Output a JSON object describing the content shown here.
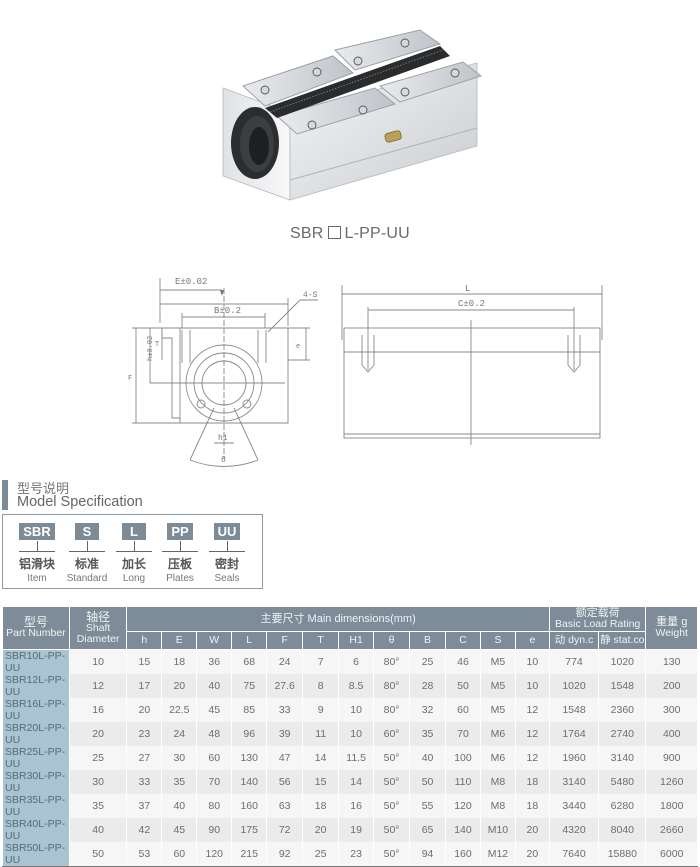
{
  "product": {
    "image_alt": "SBR-L-PP-UU linear bearing slide block",
    "caption_prefix": "SBR",
    "caption_suffix": "L-PP-UU"
  },
  "drawings": {
    "front": {
      "labels": {
        "E": "E±0.02",
        "B": "B±0.2",
        "holes": "4-S",
        "h": "h±0.02",
        "T": "T",
        "F": "F",
        "e": "e",
        "h1": "h1",
        "theta": "θ"
      }
    },
    "side": {
      "labels": {
        "L": "L",
        "C": "C±0.2"
      }
    }
  },
  "model_spec": {
    "title_cn": "型号说明",
    "title_en": "Model Specification",
    "items": [
      {
        "code": "SBR",
        "cn": "铝滑块",
        "en": "Item"
      },
      {
        "code": "S",
        "cn": "标准",
        "en": "Standard"
      },
      {
        "code": "L",
        "cn": "加长",
        "en": "Long"
      },
      {
        "code": "PP",
        "cn": "压板",
        "en": "Plates"
      },
      {
        "code": "UU",
        "cn": "密封",
        "en": "Seals"
      }
    ]
  },
  "table": {
    "header": {
      "part_cn": "型号",
      "part_en": "Part Number",
      "shaft_cn": "轴径",
      "shaft_en1": "Shaft",
      "shaft_en2": "Diameter",
      "main_dims": "主要尺寸  Main dimensions(mm)",
      "load_cn": "额定载荷",
      "load_en": "Basic Load Rating",
      "weight_cn": "重量 g",
      "weight_en": "Weight",
      "dims": [
        "h",
        "E",
        "W",
        "L",
        "F",
        "T",
        "H1",
        "θ",
        "B",
        "C",
        "S",
        "e"
      ],
      "dyn": "动 dyn.c",
      "stat": "静 stat.co"
    },
    "rows": [
      [
        "SBR10L-PP-UU",
        "10",
        "15",
        "18",
        "36",
        "68",
        "24",
        "7",
        "6",
        "80°",
        "25",
        "46",
        "M5",
        "10",
        "774",
        "1020",
        "130"
      ],
      [
        "SBR12L-PP-UU",
        "12",
        "17",
        "20",
        "40",
        "75",
        "27.6",
        "8",
        "8.5",
        "80°",
        "28",
        "50",
        "M5",
        "10",
        "1020",
        "1548",
        "200"
      ],
      [
        "SBR16L-PP-UU",
        "16",
        "20",
        "22.5",
        "45",
        "85",
        "33",
        "9",
        "10",
        "80°",
        "32",
        "60",
        "M5",
        "12",
        "1548",
        "2360",
        "300"
      ],
      [
        "SBR20L-PP-UU",
        "20",
        "23",
        "24",
        "48",
        "96",
        "39",
        "11",
        "10",
        "60°",
        "35",
        "70",
        "M6",
        "12",
        "1764",
        "2740",
        "400"
      ],
      [
        "SBR25L-PP-UU",
        "25",
        "27",
        "30",
        "60",
        "130",
        "47",
        "14",
        "11.5",
        "50°",
        "40",
        "100",
        "M6",
        "12",
        "1960",
        "3140",
        "900"
      ],
      [
        "SBR30L-PP-UU",
        "30",
        "33",
        "35",
        "70",
        "140",
        "56",
        "15",
        "14",
        "50°",
        "50",
        "110",
        "M8",
        "18",
        "3140",
        "5480",
        "1260"
      ],
      [
        "SBR35L-PP-UU",
        "35",
        "37",
        "40",
        "80",
        "160",
        "63",
        "18",
        "16",
        "50°",
        "55",
        "120",
        "M8",
        "18",
        "3440",
        "6280",
        "1800"
      ],
      [
        "SBR40L-PP-UU",
        "40",
        "42",
        "45",
        "90",
        "175",
        "72",
        "20",
        "19",
        "50°",
        "65",
        "140",
        "M10",
        "20",
        "4320",
        "8040",
        "2660"
      ],
      [
        "SBR50L-PP-UU",
        "50",
        "53",
        "60",
        "120",
        "215",
        "92",
        "25",
        "23",
        "50°",
        "94",
        "160",
        "M12",
        "20",
        "7640",
        "15880",
        "6000"
      ]
    ]
  },
  "colors": {
    "header_bg": "#7d8c98",
    "part_cell_bg": "#a8c3d2",
    "row_light": "#f6f6f6",
    "row_dark": "#ebebeb",
    "accent_bar": "#7d8b96"
  }
}
